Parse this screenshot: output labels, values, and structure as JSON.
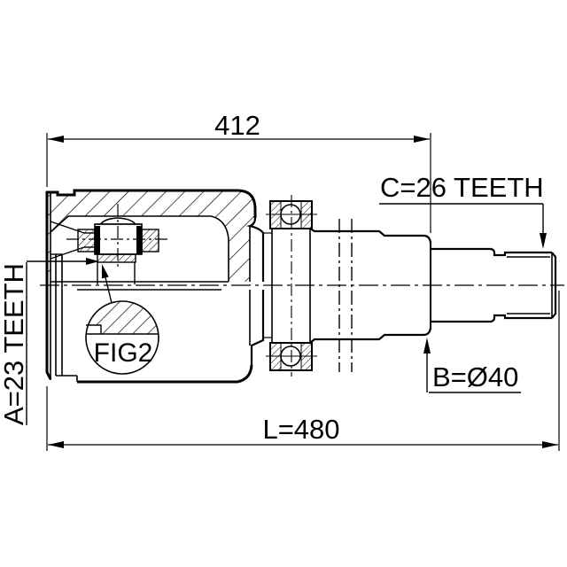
{
  "drawing": {
    "type": "technical-part-drawing",
    "part": "inner cv joint with shaft",
    "colors": {
      "line": "#000000",
      "background": "#ffffff"
    },
    "labels": {
      "dim_width": "412",
      "dim_length": "L=480",
      "teeth_outer": "C=26 TEETH",
      "teeth_inner": "A=23 TEETH",
      "diameter": "B=Ø40",
      "detail_ref": "FIG2"
    }
  }
}
